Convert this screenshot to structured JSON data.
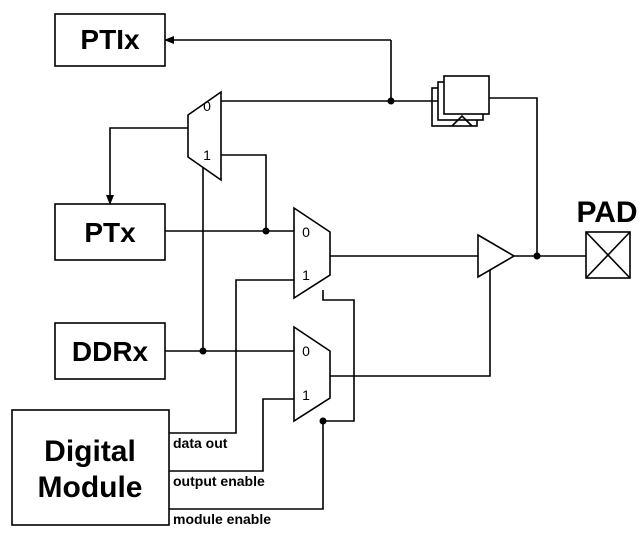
{
  "blocks": {
    "ptix": "PTIx",
    "ptx": "PTx",
    "ddrx": "DDRx",
    "digital_module": [
      "Digital",
      "Module"
    ],
    "pad": "PAD"
  },
  "mux_inputs": {
    "zero": "0",
    "one": "1"
  },
  "signals": {
    "data_out": "data out",
    "output_enable": "output enable",
    "module_enable": "module enable"
  }
}
